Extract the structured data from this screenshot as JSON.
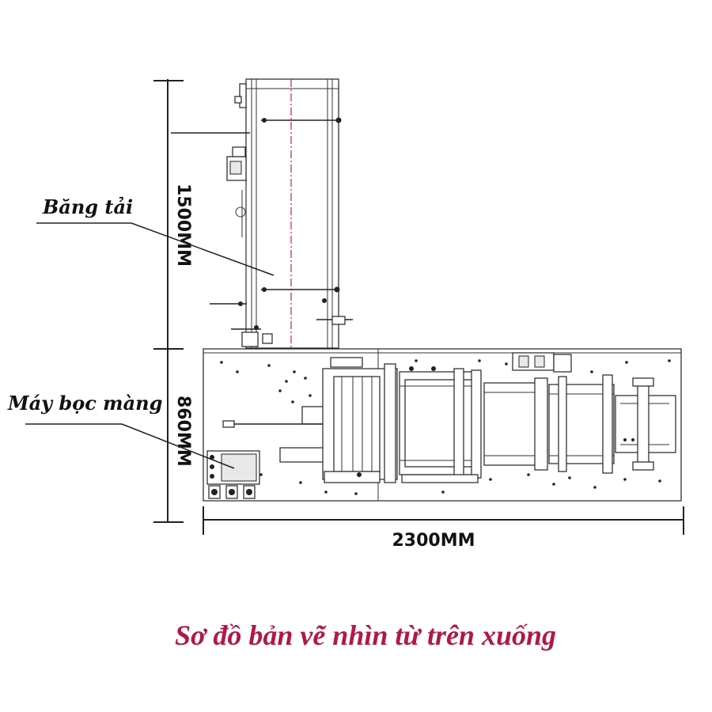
{
  "labels": {
    "conveyor": "Băng tải",
    "wrapper": "Máy bọc màng"
  },
  "dimensions": {
    "conveyor_length": "1500MM",
    "machine_width": "860MM",
    "machine_length": "2300MM"
  },
  "caption": "Sơ đồ bản vẽ nhìn từ trên xuống",
  "colors": {
    "caption": "#b0184a",
    "centerline": "#d21e2a",
    "lines": "#222222"
  }
}
